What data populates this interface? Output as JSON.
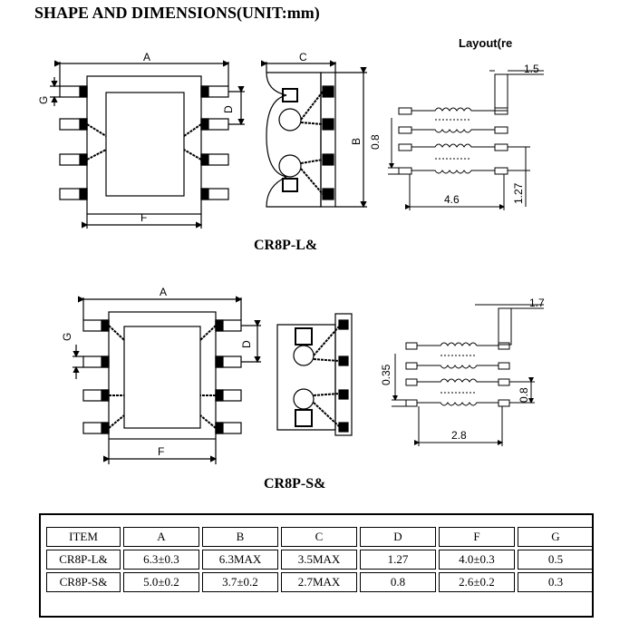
{
  "title": "SHAPE AND  DIMENSIONS(UNIT:mm)",
  "layout_label": "Layout(re",
  "top_diagram": {
    "name": "CR8P-L&",
    "dims": {
      "A": "A",
      "B": "B",
      "C": "C",
      "D": "D",
      "F": "F",
      "G": "G"
    },
    "layout_dims": {
      "pad": "1.5",
      "width": "4.6",
      "gap": "0.8",
      "pitch": "1.27"
    }
  },
  "bottom_diagram": {
    "name": "CR8P-S&",
    "dims": {
      "A": "A",
      "D": "D",
      "F": "F",
      "G": "G"
    },
    "layout_dims": {
      "pad": "1.7",
      "width": "2.8",
      "gap": "0.35",
      "pitch": "0.8"
    }
  },
  "table": {
    "headers": [
      "ITEM",
      "A",
      "B",
      "C",
      "D",
      "F",
      "G"
    ],
    "rows": [
      [
        "CR8P-L&",
        "6.3±0.3",
        "6.3MAX",
        "3.5MAX",
        "1.27",
        "4.0±0.3",
        "0.5"
      ],
      [
        "CR8P-S&",
        "5.0±0.2",
        "3.7±0.2",
        "2.7MAX",
        "0.8",
        "2.6±0.2",
        "0.3"
      ]
    ]
  }
}
